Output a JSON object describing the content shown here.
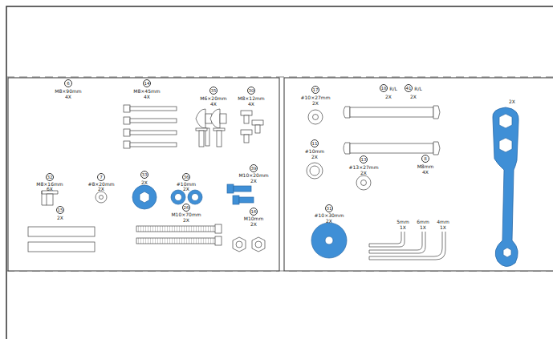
{
  "diagram": {
    "labels": [
      "6",
      "M8×90mm",
      "4X",
      "14",
      "M8×45mm",
      "4X",
      "35",
      "M6×20mm",
      "4X",
      "30",
      "M8×12mm",
      "4X",
      "32",
      "M8×16mm",
      "6X",
      "7",
      "#8×20mm",
      "2X",
      "33",
      "2X",
      "36",
      "#10mm",
      "2X",
      "39",
      "M10×20mm",
      "2X",
      "26",
      "M10×70mm",
      "2X",
      "15",
      "2X",
      "16",
      "M10mm",
      "2X",
      "17",
      "#10×27mm",
      "2X",
      "18",
      "R/L",
      "2X",
      "41",
      "R/L",
      "2X",
      "11",
      "#10mm",
      "2X",
      "13",
      "#13×27mm",
      "2X",
      "8",
      "M8mm",
      "4X",
      "2X",
      "31",
      "#10×30mm",
      "2X",
      "5mm",
      "1X",
      "6mm",
      "1X",
      "4mm",
      "1X"
    ]
  }
}
